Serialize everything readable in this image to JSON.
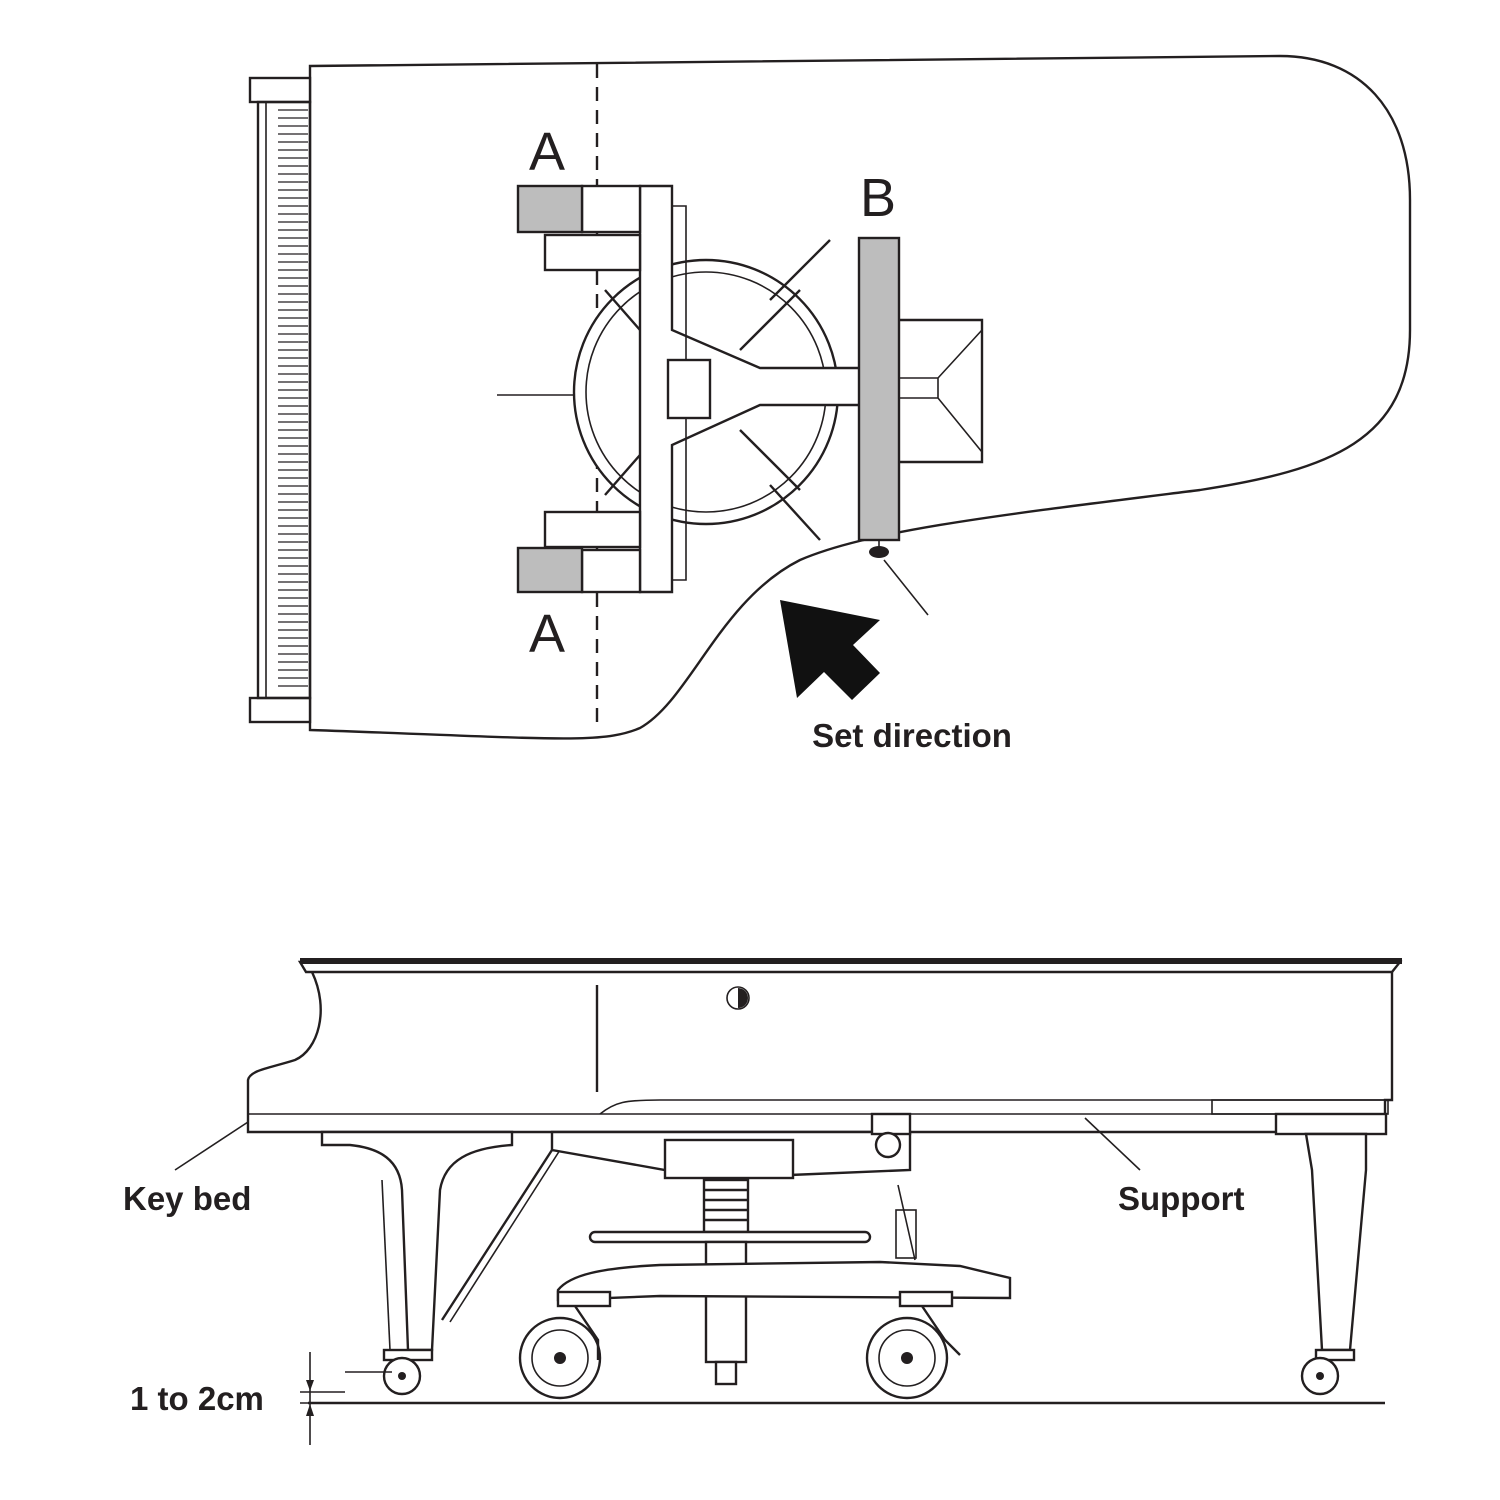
{
  "top_view": {
    "label_a_top": "A",
    "label_a_bottom": "A",
    "label_b": "B",
    "set_direction": "Set direction",
    "colors": {
      "line": "#231f20",
      "shaded_block": "#bdbdbd",
      "arrow": "#111111"
    }
  },
  "side_view": {
    "key_bed": "Key bed",
    "support": "Support",
    "clearance": "1 to 2cm"
  }
}
